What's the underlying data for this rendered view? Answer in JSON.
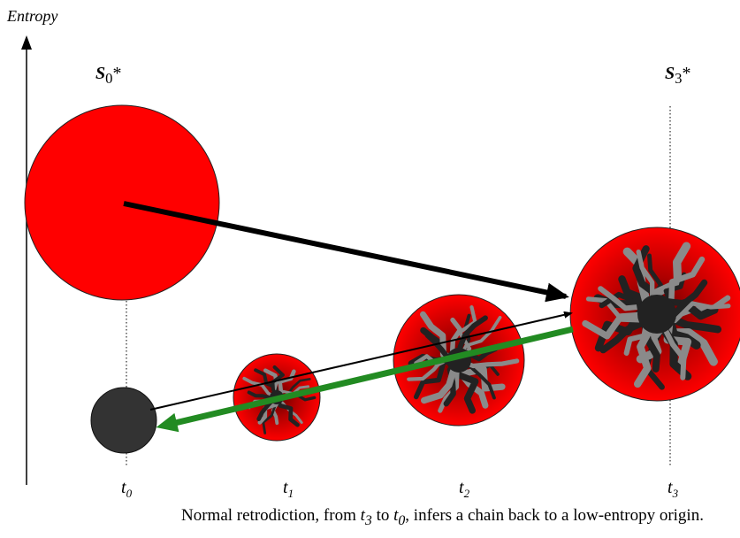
{
  "axis": {
    "y_label": "Entropy"
  },
  "special_states": [
    {
      "symbol": "S",
      "sub": "0",
      "suffix": "*"
    },
    {
      "symbol": "S",
      "sub": "3",
      "suffix": "*"
    }
  ],
  "time_ticks": [
    {
      "base": "t",
      "sub": "0"
    },
    {
      "base": "t",
      "sub": "1"
    },
    {
      "base": "t",
      "sub": "2"
    },
    {
      "base": "t",
      "sub": "3"
    }
  ],
  "caption": {
    "before": "Normal retrodiction, from ",
    "from_base": "t",
    "from_sub": "3",
    "middle": " to ",
    "to_base": "t",
    "to_sub": "0",
    "after": ", infers a chain back to a low-entropy origin."
  },
  "colors": {
    "state_fill": "#ff0000",
    "low_entropy_fill": "#333333",
    "texture_dark": "#222222",
    "texture_light": "#8a8a8a",
    "forward_arrow": "#000000",
    "retrodiction_arrow": "#228b22"
  }
}
